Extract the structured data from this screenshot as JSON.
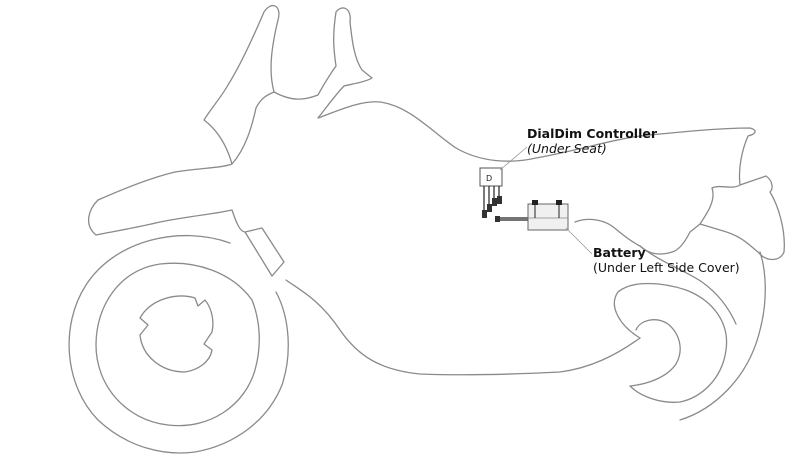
{
  "controller": {
    "title": "DialDim Controller",
    "location": "(Under Seat)"
  },
  "battery": {
    "title": "Battery",
    "location": "(Under Left Side Cover)"
  }
}
